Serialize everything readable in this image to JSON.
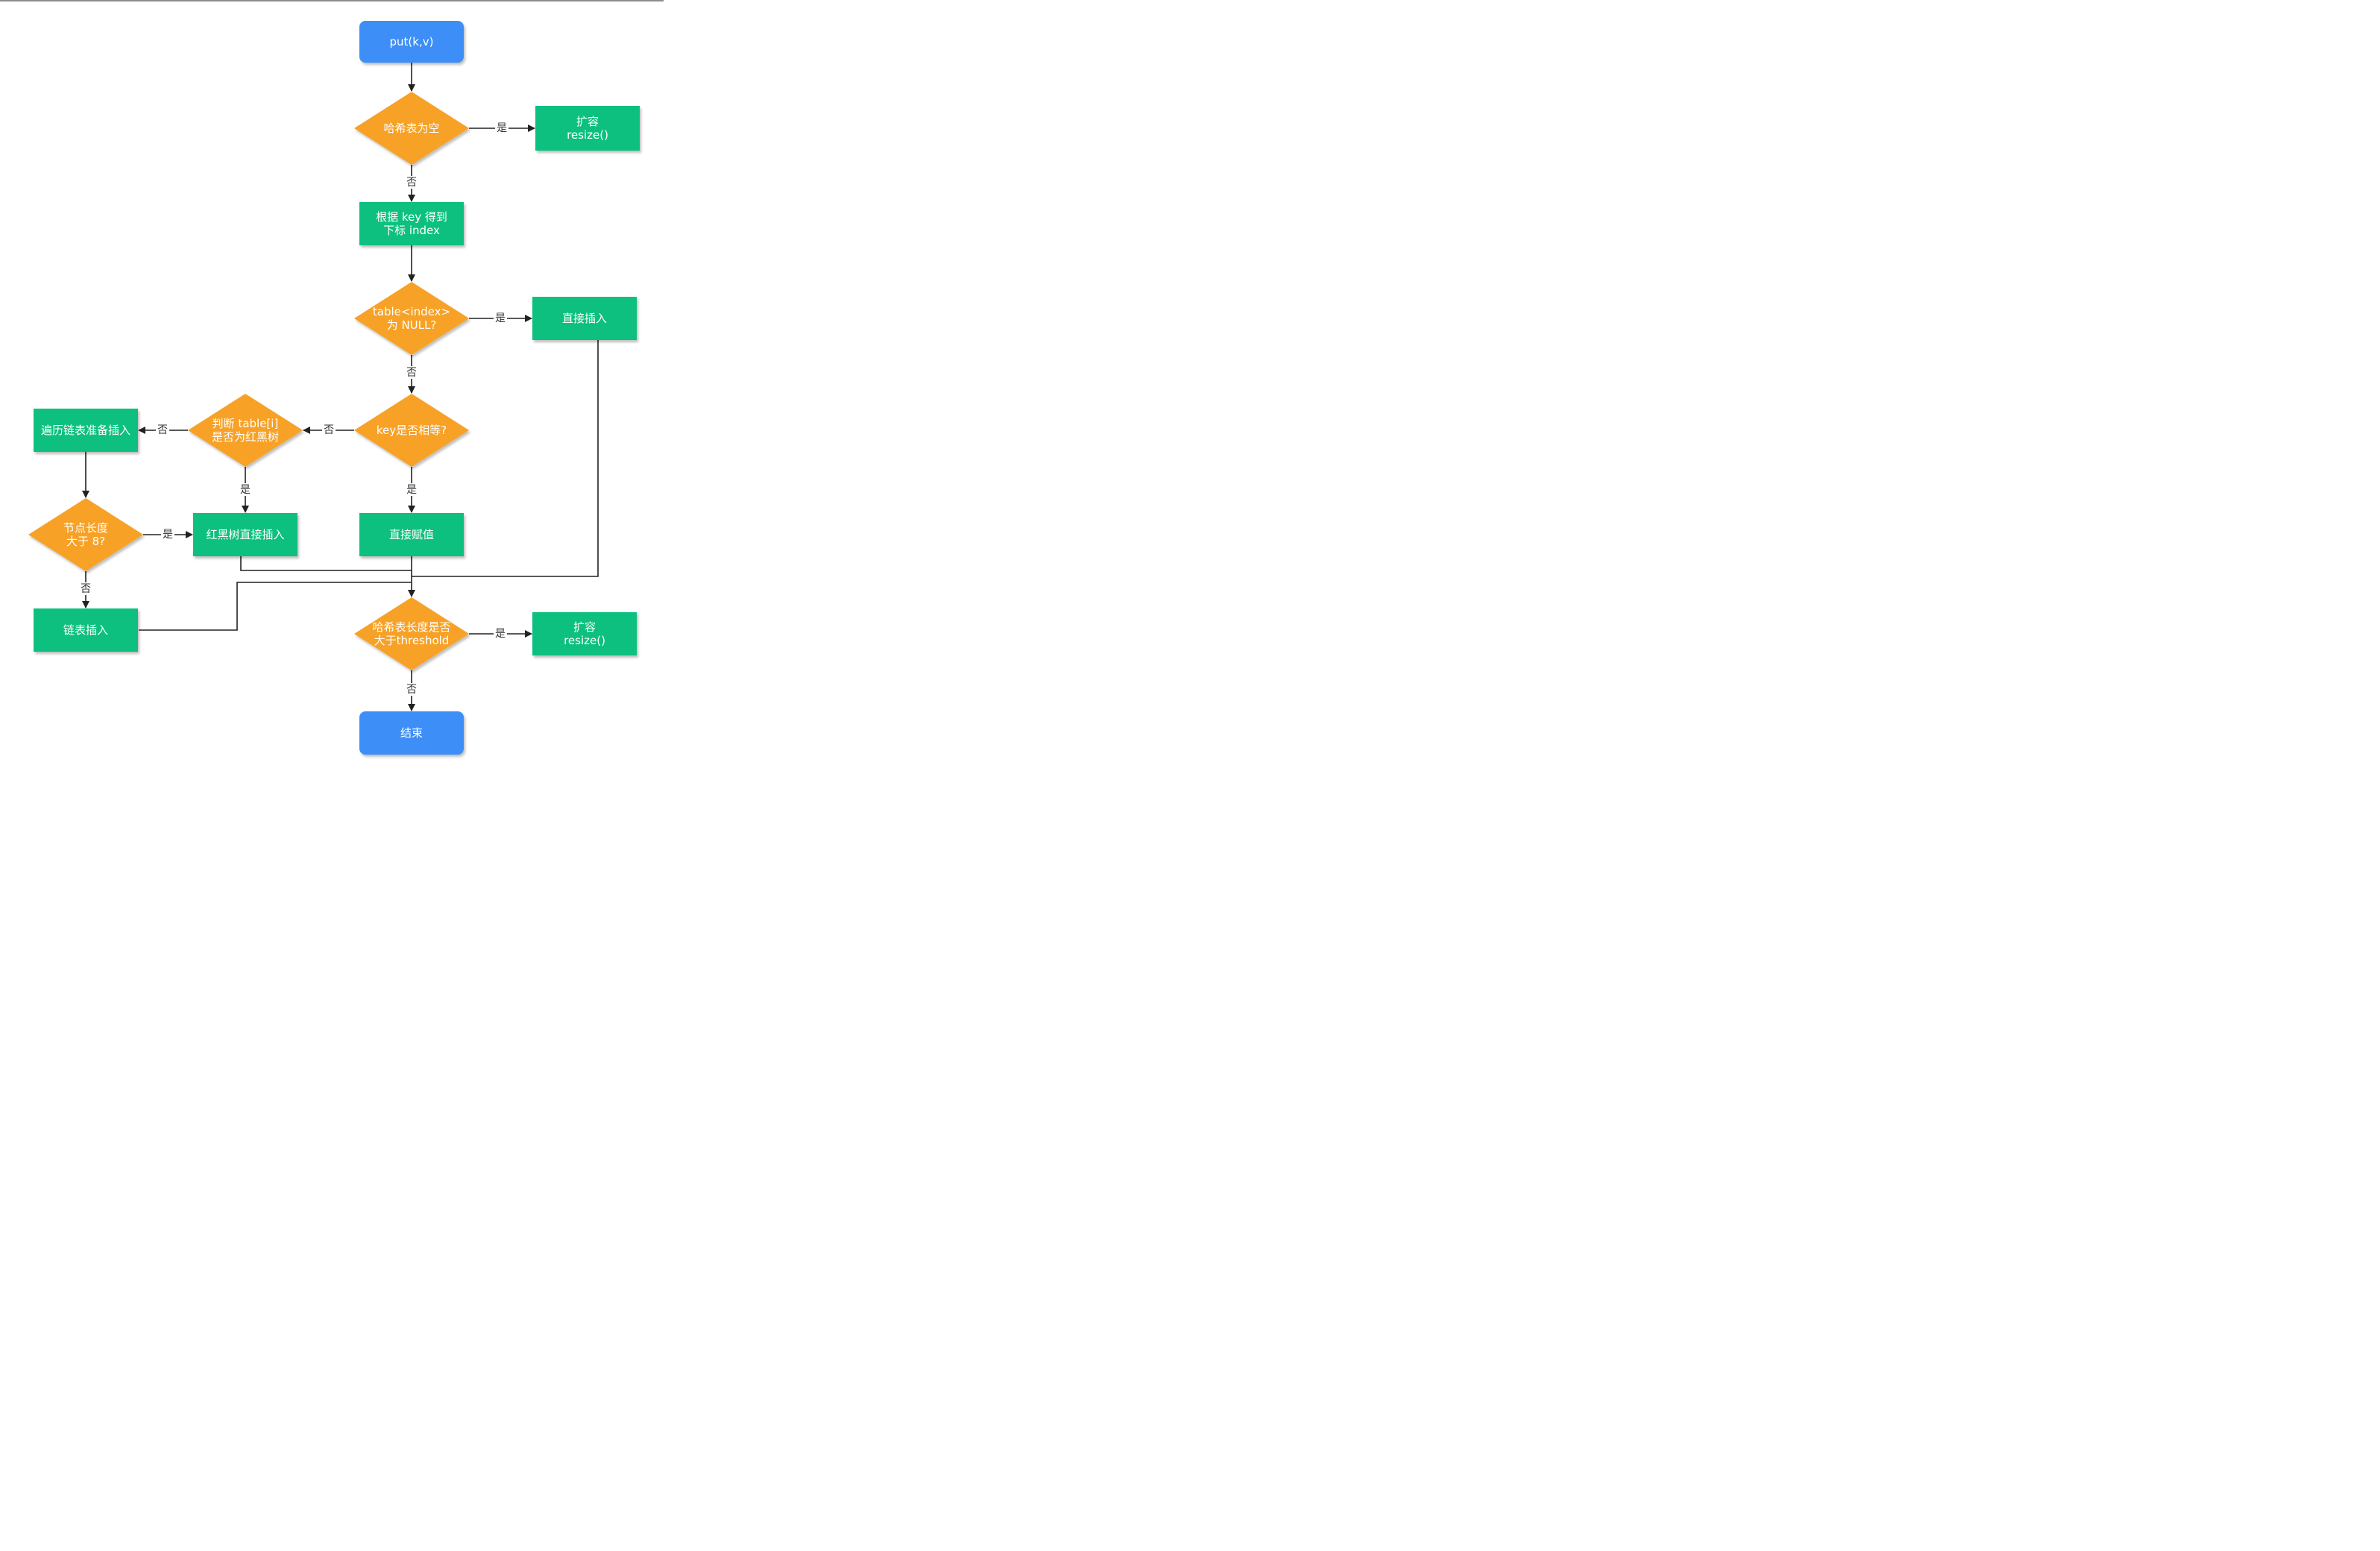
{
  "colors": {
    "terminal": "#3d8ef7",
    "process": "#0ec07f",
    "decision": "#f7a125",
    "edge": "#222222",
    "node_text": "#ffffff"
  },
  "nodes": {
    "start": {
      "lines": [
        "put(k,v)"
      ]
    },
    "is_empty": {
      "lines": [
        "哈希表为空"
      ]
    },
    "resize_1": {
      "lines": [
        "扩容",
        "resize()"
      ]
    },
    "calc_index": {
      "lines": [
        "根据 key 得到",
        "下标 index"
      ]
    },
    "is_null": {
      "lines": [
        "table<index>",
        "为 NULL?"
      ]
    },
    "direct_insert": {
      "lines": [
        "直接插入"
      ]
    },
    "key_equal": {
      "lines": [
        "key是否相等?"
      ]
    },
    "is_tree": {
      "lines": [
        "判断 table[i]",
        "是否为红黑树"
      ]
    },
    "traverse": {
      "lines": [
        "遍历链表准备插入"
      ]
    },
    "direct_assign": {
      "lines": [
        "直接赋值"
      ]
    },
    "tree_insert": {
      "lines": [
        "红黑树直接插入"
      ]
    },
    "node_len": {
      "lines": [
        "节点长度",
        "大于 8?"
      ]
    },
    "list_insert": {
      "lines": [
        "链表插入"
      ]
    },
    "over_threshold": {
      "lines": [
        "哈希表长度是否",
        "大于threshold"
      ]
    },
    "resize_2": {
      "lines": [
        "扩容",
        "resize()"
      ]
    },
    "end": {
      "lines": [
        "结束"
      ]
    }
  },
  "edge_labels": {
    "yes": "是",
    "no": "否"
  }
}
